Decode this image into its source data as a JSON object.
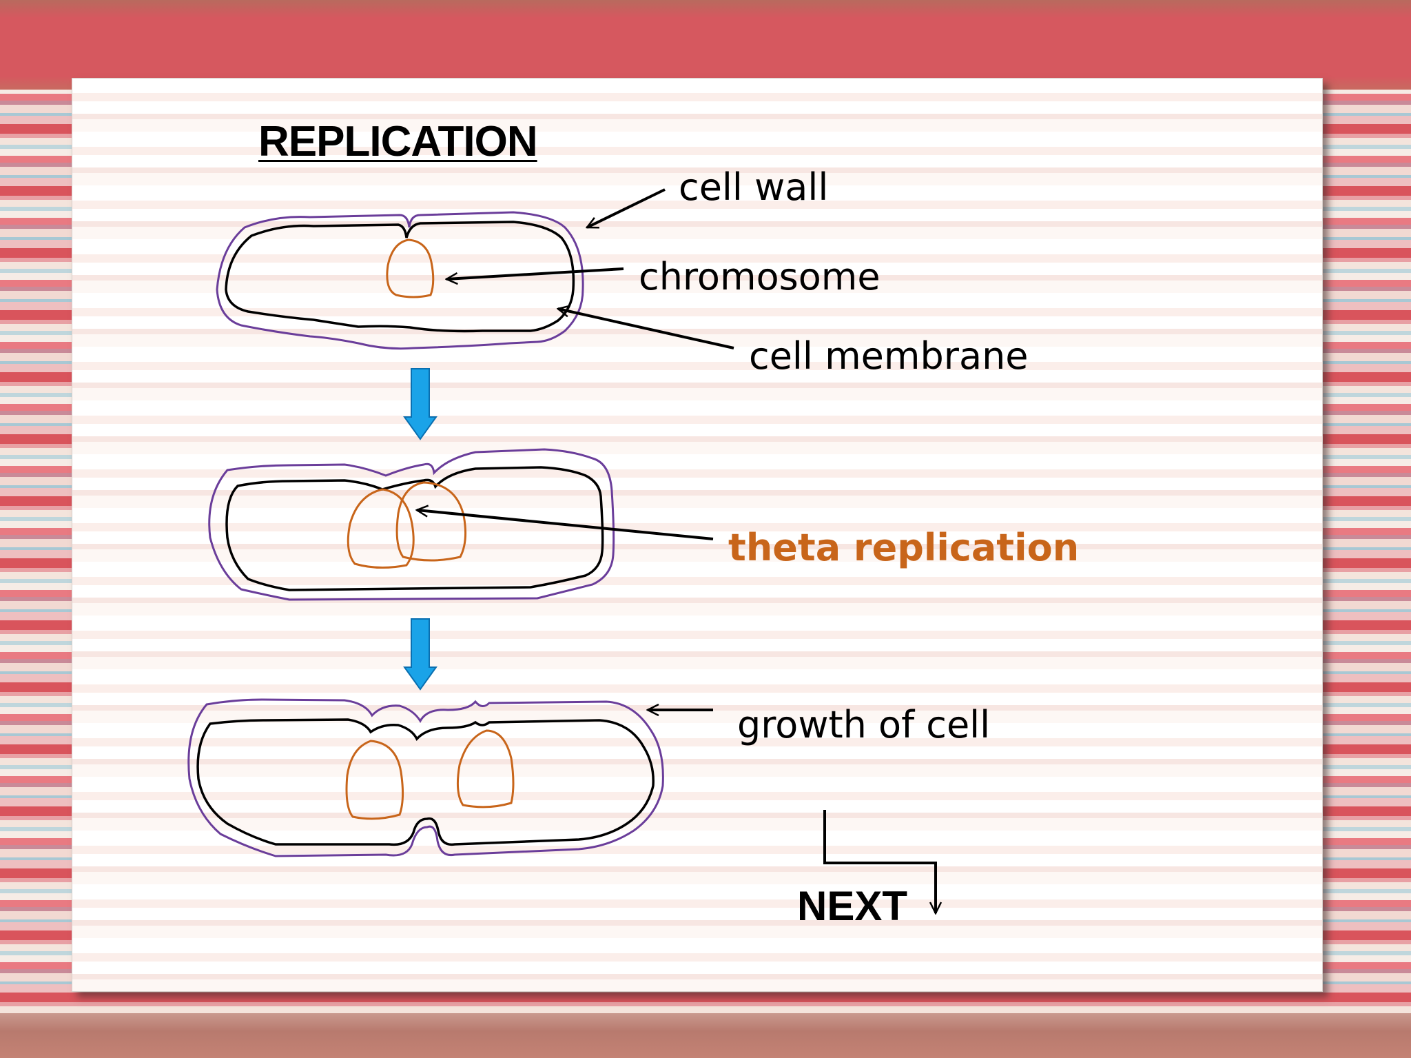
{
  "slide": {
    "title": "REPLICATION",
    "labels": {
      "cell_wall": "cell wall",
      "chromosome": "chromosome",
      "cell_membrane": "cell membrane",
      "theta_replication": "theta replication",
      "growth_of_cell": "growth of cell"
    },
    "next_label": "NEXT"
  },
  "colors": {
    "cell_wall": "#6a3d9a",
    "cell_membrane": "#000000",
    "chromosome": "#c8651a",
    "step_arrow": "#1aa3e8",
    "theta_label": "#c8651a"
  }
}
